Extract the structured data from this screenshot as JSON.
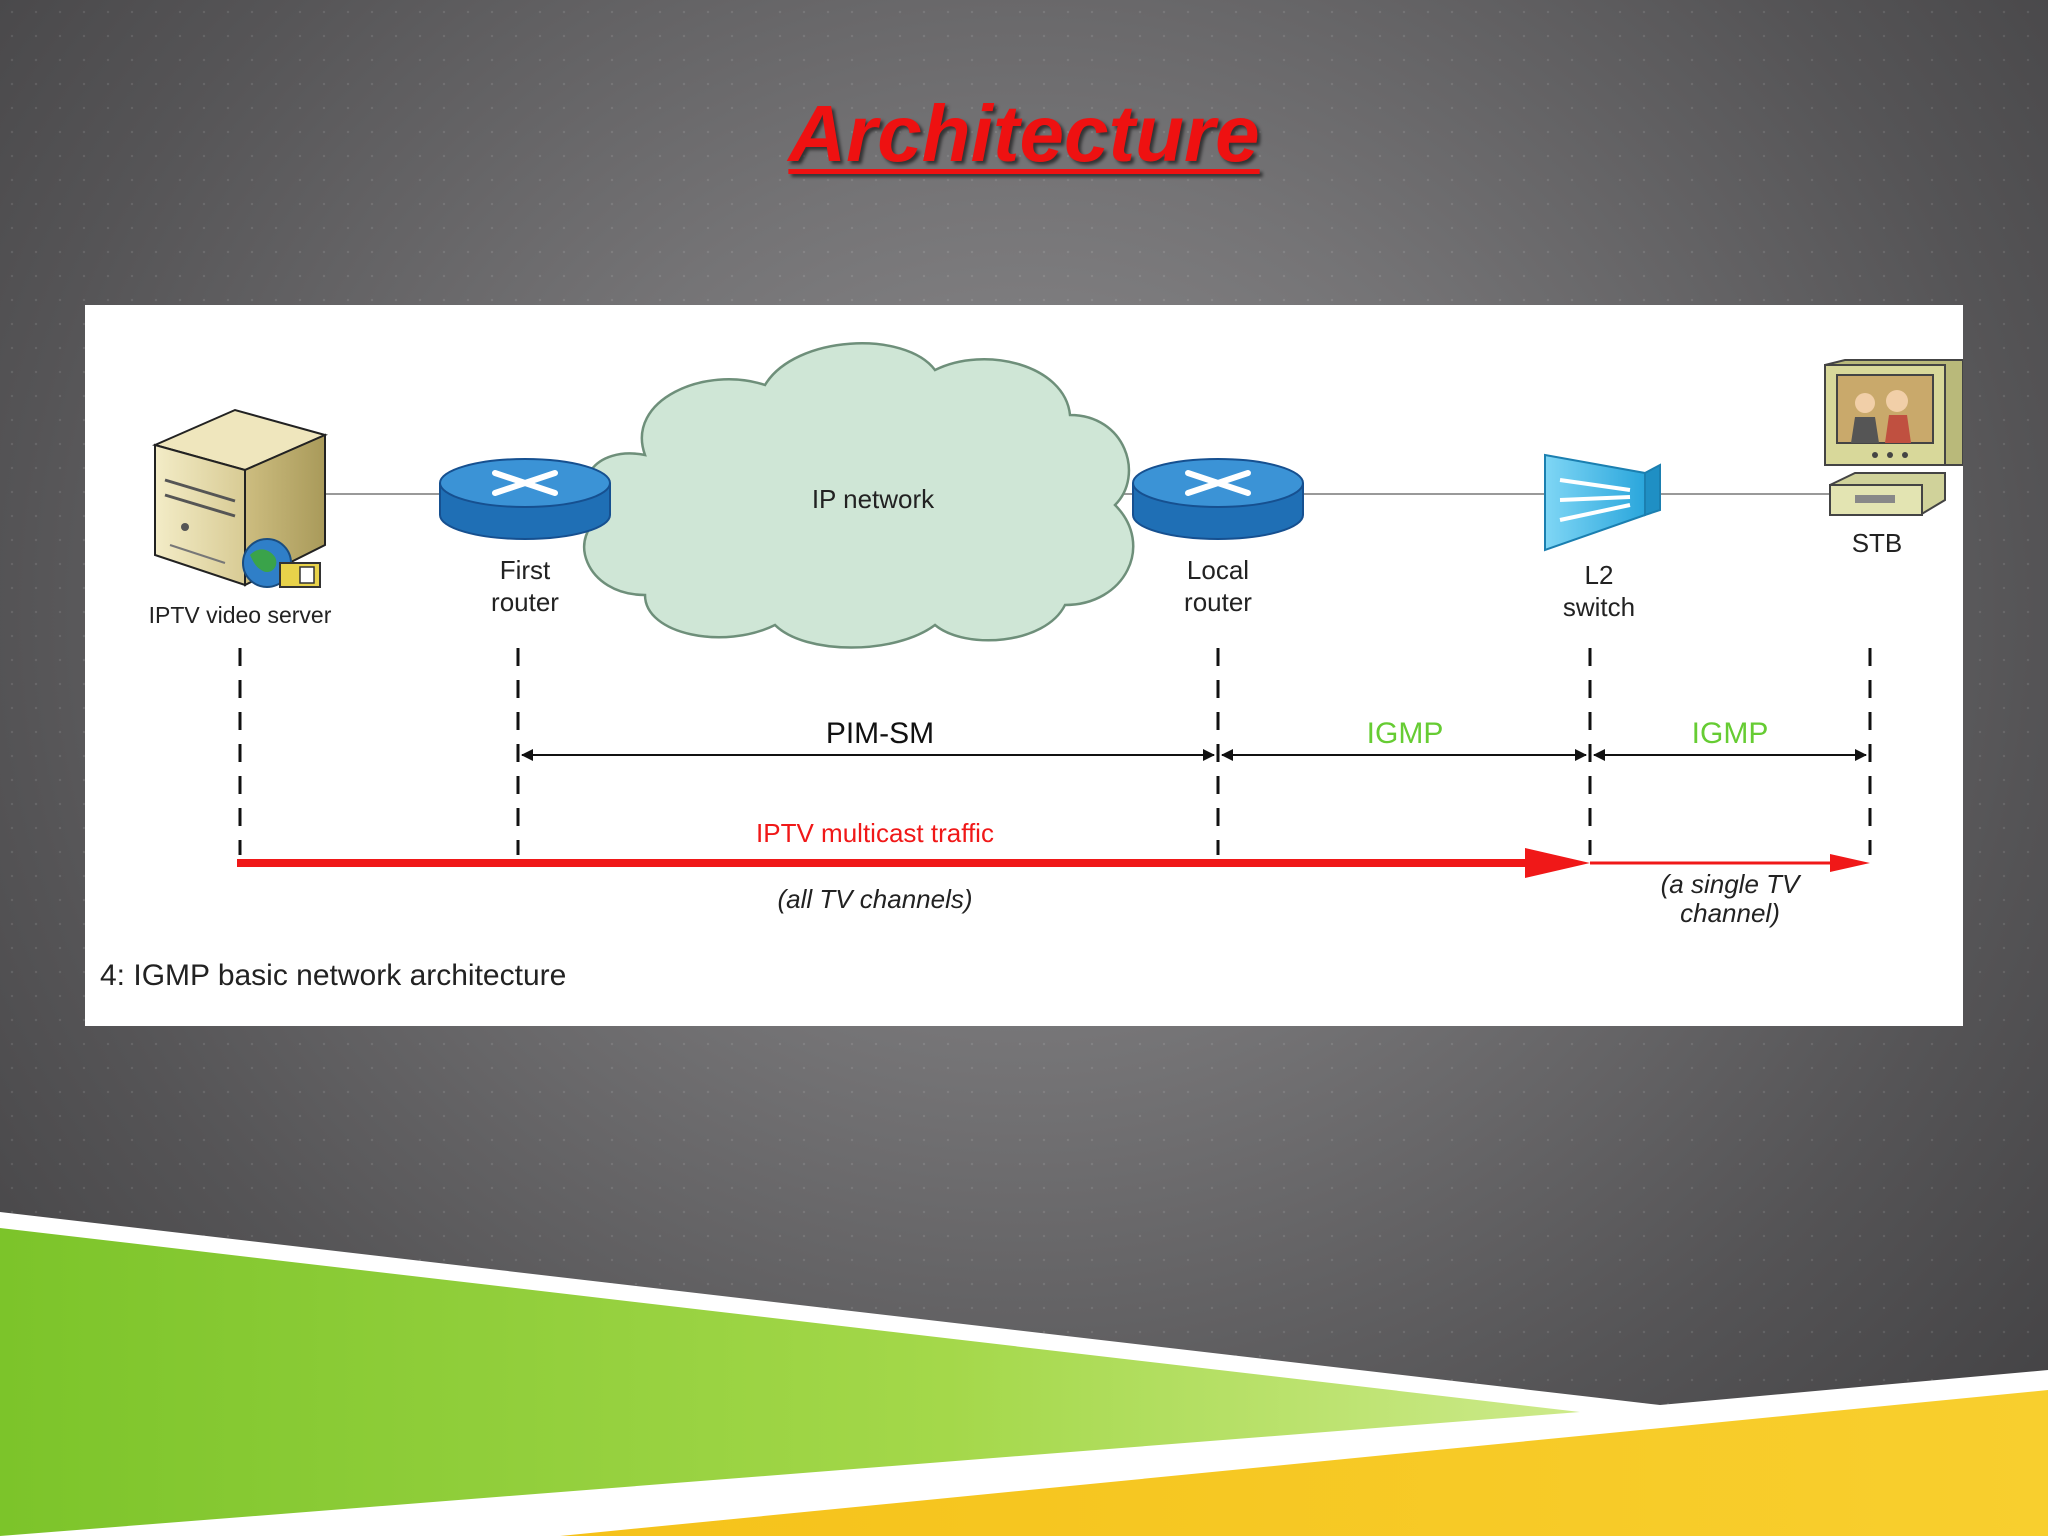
{
  "slide": {
    "title": "Architecture"
  },
  "diagram": {
    "nodes": {
      "server": "IPTV video server",
      "first_router": [
        "First",
        "router"
      ],
      "cloud": "IP network",
      "local_router": [
        "Local",
        "router"
      ],
      "switch": [
        "L2",
        "switch"
      ],
      "stb": "STB"
    },
    "protocols": {
      "pim": "PIM-SM",
      "igmp_1": "IGMP",
      "igmp_2": "IGMP"
    },
    "traffic": {
      "label": "IPTV multicast traffic",
      "all_channels": "(all TV channels)",
      "single_channel": [
        "(a single TV",
        "channel)"
      ]
    },
    "caption": "4: IGMP basic network architecture",
    "colors": {
      "title": "#ee1111",
      "traffic": "#f01818",
      "igmp": "#66cc33",
      "router": "#1f6fb5",
      "cloud": "#cfe6d6",
      "switch": "#3fb6e6"
    }
  }
}
